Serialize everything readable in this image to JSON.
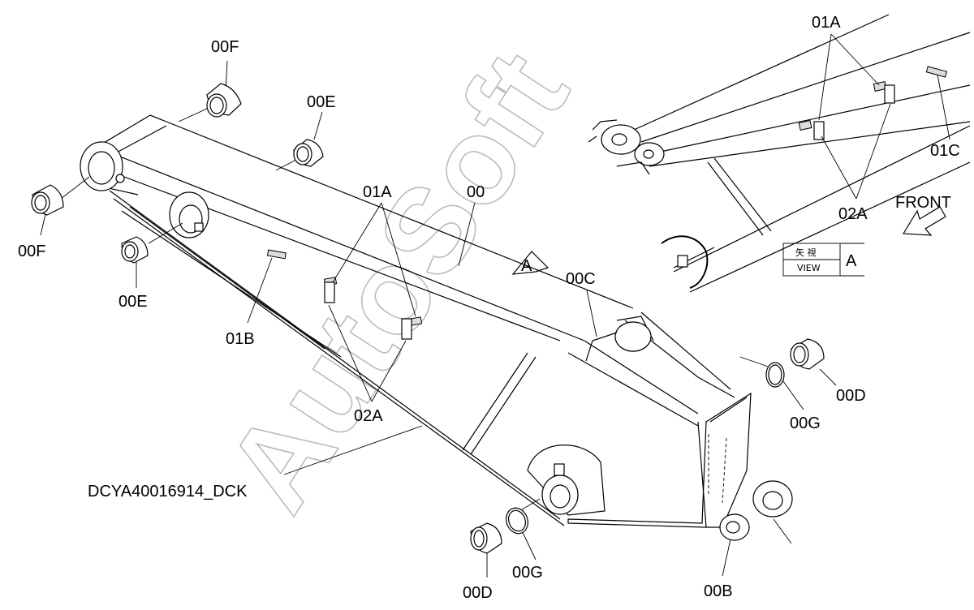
{
  "labels": {
    "l_00F_top": "00F",
    "l_00F_left": "00F",
    "l_00E_top": "00E",
    "l_00E_left": "00E",
    "l_01A_main": "01A",
    "l_00": "00",
    "l_00C": "00C",
    "l_01B": "01B",
    "l_02A_main": "02A",
    "l_00D_right": "00D",
    "l_00G_right": "00G",
    "l_00D_bottom": "00D",
    "l_00G_bottom": "00G",
    "l_00B": "00B",
    "l_01A_inset": "01A",
    "l_01C": "01C",
    "l_02A_inset": "02A",
    "l_front": "FRONT",
    "l_view_jp": "矢 視",
    "l_view_en": "VIEW",
    "l_view_letter": "A",
    "l_arrow_a": "A",
    "l_code": "DCYA40016914_DCK"
  },
  "watermark": "AutoSoft"
}
